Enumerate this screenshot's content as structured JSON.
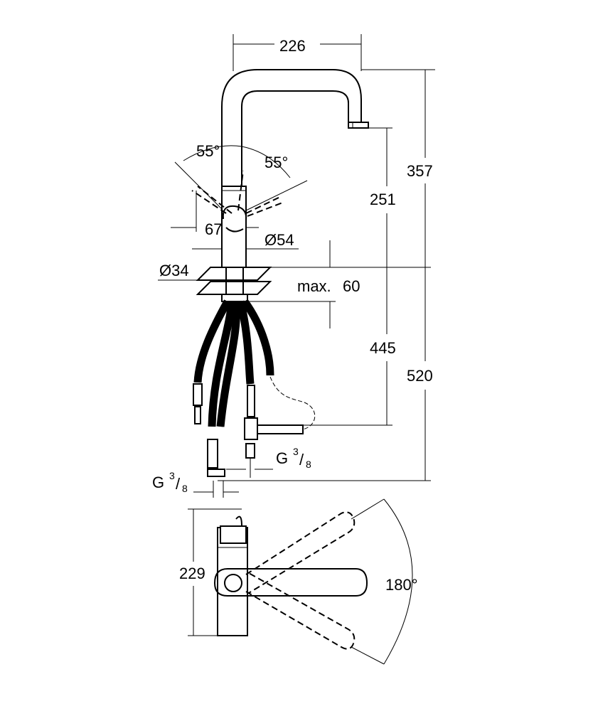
{
  "dimensions": {
    "spout_reach": "226",
    "total_height": "357",
    "spout_height": "251",
    "handle_angle_left": "55°",
    "handle_angle_right": "55°",
    "lever_width": "67",
    "body_diameter": "Ø54",
    "hole_diameter": "Ø34",
    "max_thickness_prefix": "max.",
    "max_thickness_value": "60",
    "hose_length_445": "445",
    "hose_length_520": "520",
    "thread_right_G": "G",
    "thread_right_num": "3",
    "thread_right_den": "8",
    "thread_left_G": "G",
    "thread_left_num": "3",
    "thread_left_den": "8",
    "base_depth": "229",
    "rotation_angle": "180°"
  }
}
